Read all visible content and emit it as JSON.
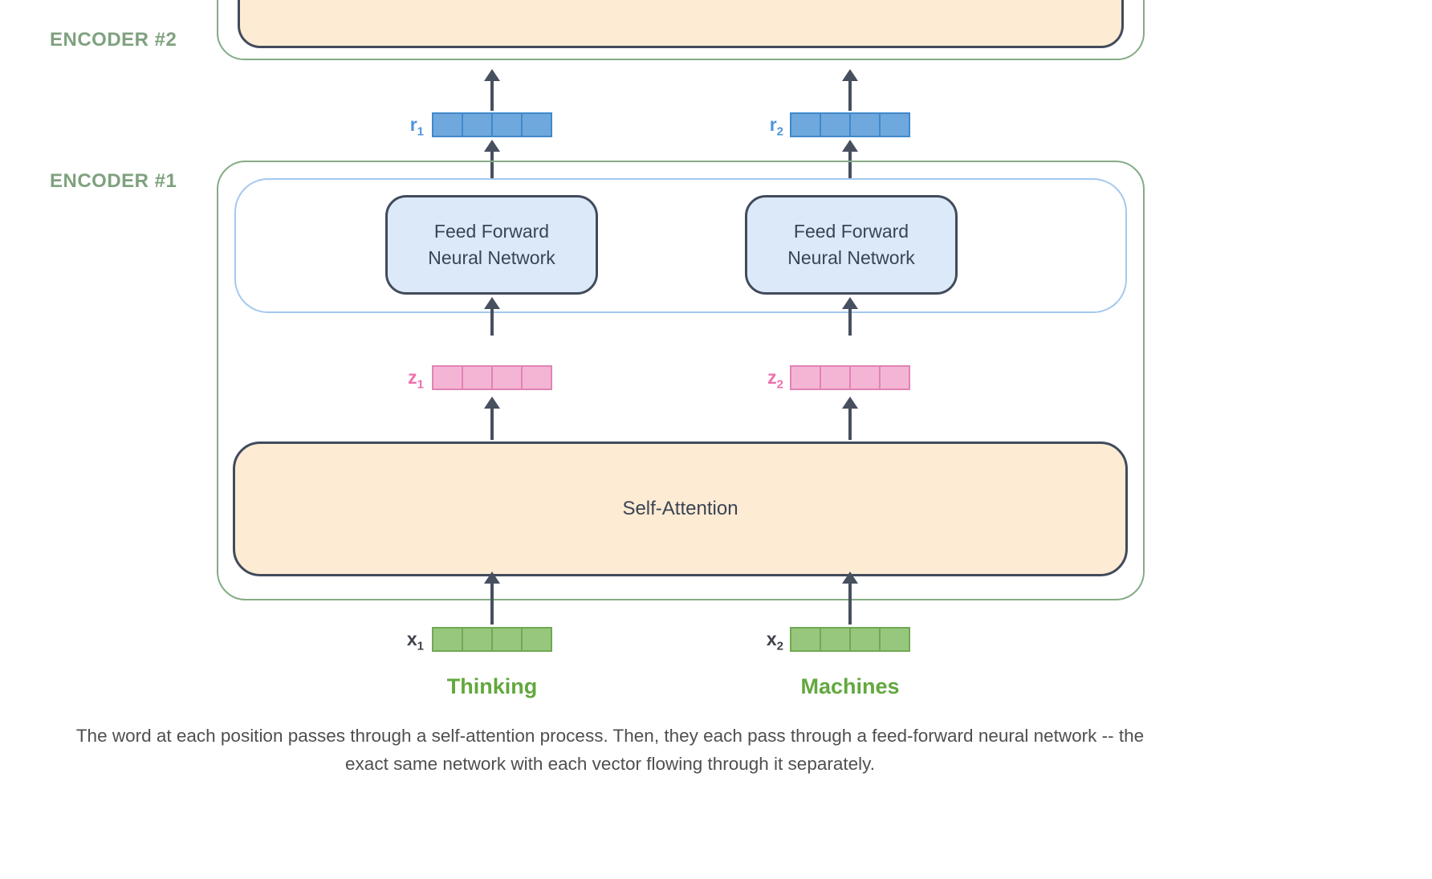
{
  "diagram": {
    "encoders": {
      "encoder2_label": "ENCODER #2",
      "encoder1_label": "ENCODER #1"
    },
    "blocks": {
      "ffnn_left": {
        "line1": "Feed Forward",
        "line2": "Neural Network"
      },
      "ffnn_right": {
        "line1": "Feed Forward",
        "line2": "Neural Network"
      },
      "self_attention": "Self-Attention"
    },
    "vectors": {
      "cell_count": 4,
      "r1": {
        "base": "r",
        "sub": "1"
      },
      "r2": {
        "base": "r",
        "sub": "2"
      },
      "z1": {
        "base": "z",
        "sub": "1"
      },
      "z2": {
        "base": "z",
        "sub": "2"
      },
      "x1": {
        "base": "x",
        "sub": "1"
      },
      "x2": {
        "base": "x",
        "sub": "2"
      }
    },
    "words": {
      "left": "Thinking",
      "right": "Machines"
    },
    "colors": {
      "encoder_border_green": "#85ab85",
      "encoder_label_green": "#7fa17f",
      "dark_border": "#414b5c",
      "peach_fill": "#fdebd3",
      "inner_blue_border": "#a4c8f0",
      "ffnn_fill": "#dbe9f9",
      "vector_blue": "#6fa8dc",
      "vector_blue_border": "#3f89cc",
      "vector_pink": "#f4b5d5",
      "vector_pink_border": "#e083b5",
      "vector_green": "#97c77d",
      "vector_green_border": "#70a854",
      "label_blue": "#4d94dd",
      "label_pink": "#ee6fae",
      "label_dark": "#3e434b",
      "word_green": "#62a83e",
      "arrow": "#47505f",
      "caption_gray": "#4f4f4f"
    }
  },
  "caption": {
    "line1": "The word at each position passes through a self-attention process. Then, they each pass through a feed-forward neural network -- the",
    "line2": "exact same network with each vector flowing through it separately."
  }
}
